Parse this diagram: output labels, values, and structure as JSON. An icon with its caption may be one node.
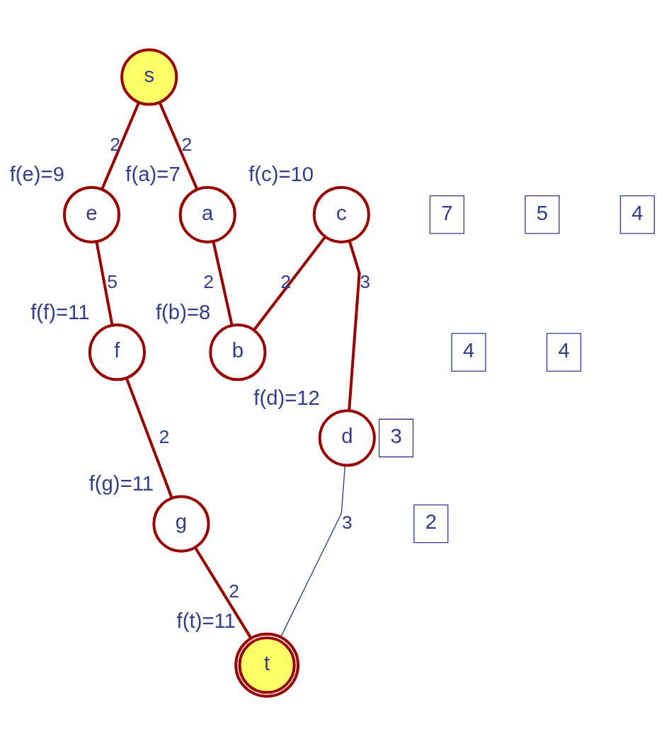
{
  "diagram": {
    "nodes": [
      {
        "text": [
          "s"
        ]
      },
      {
        "text": [
          "e"
        ],
        "beside": [
          "f(e)=9"
        ]
      },
      {
        "text": [
          "7"
        ]
      },
      {
        "text": [
          "a"
        ],
        "beside": [
          "f(a)=7"
        ]
      },
      {
        "text": [
          "5"
        ]
      },
      {
        "text": [
          "c"
        ],
        "beside": [
          "f(c)=10"
        ]
      },
      {
        "text": [
          "4"
        ]
      },
      {
        "text": [
          "b"
        ],
        "beside": [
          "f(b)=8"
        ]
      },
      {
        "text": [
          "4"
        ]
      },
      {
        "text": [
          "f"
        ],
        "beside": [
          "f(f)=11"
        ]
      },
      {
        "text": [
          "4"
        ]
      },
      {
        "text": [
          "d"
        ],
        "beside": [
          "f(d)=12"
        ]
      },
      {
        "text": [
          "3"
        ]
      },
      {
        "text": [
          "g"
        ],
        "beside": [
          "f(g)=11"
        ]
      },
      {
        "text": [
          "2"
        ]
      },
      {
        "text": [
          "t"
        ],
        "beside": [
          "f(t)=11"
        ]
      }
    ],
    "edges": [
      {
        "from": 0,
        "to": 1,
        "arrow": "none",
        "label": "2"
      },
      {
        "from": 0,
        "to": 3,
        "arrow": "none",
        "label": "2"
      },
      {
        "from": 3,
        "to": 7,
        "arrow": "none",
        "label": "2"
      },
      {
        "from": 5,
        "to": 7,
        "arrow": "none",
        "label": "2"
      },
      {
        "from": 1,
        "to": 9,
        "arrow": "none",
        "label": "5"
      },
      {
        "from": 5,
        "to": 11,
        "arrow": "none",
        "label": "3"
      },
      {
        "from": 9,
        "to": 13,
        "arrow": "none",
        "label": "2"
      },
      {
        "from": 11,
        "to": 15,
        "arrow": "none",
        "label": "3",
        "color": "#333d8c"
      },
      {
        "from": 13,
        "to": 15,
        "arrow": "none",
        "label": "2"
      }
    ]
  }
}
